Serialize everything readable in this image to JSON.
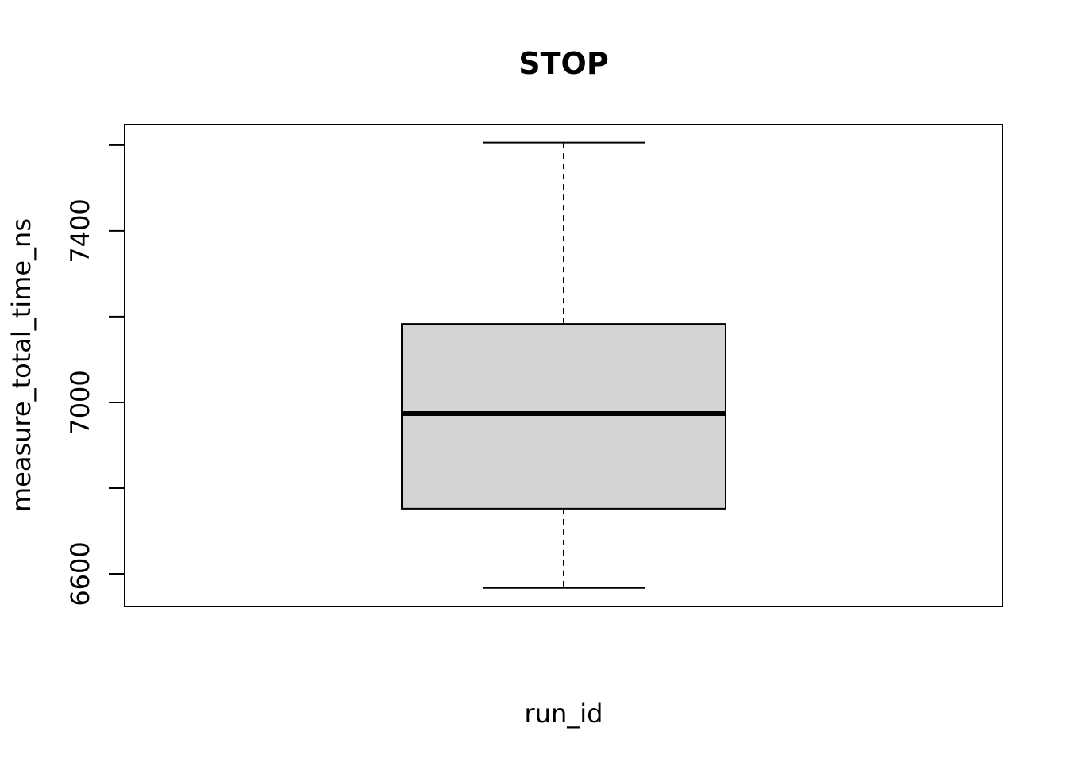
{
  "chart_data": {
    "type": "boxplot",
    "title": "STOP",
    "xlabel": "run_id",
    "ylabel": "measure_total_time_ns",
    "ylim": [
      6524,
      7648
    ],
    "y_ticks": [
      6600,
      6800,
      7000,
      7200,
      7400,
      7600
    ],
    "y_tick_labels": [
      "6600",
      "",
      "7000",
      "",
      "7400",
      ""
    ],
    "box": {
      "whisker_low": 6567,
      "q1": 6752,
      "median": 6974,
      "q3": 7183,
      "whisker_high": 7606
    },
    "fill_color": "#d3d3d3",
    "grid": false
  }
}
